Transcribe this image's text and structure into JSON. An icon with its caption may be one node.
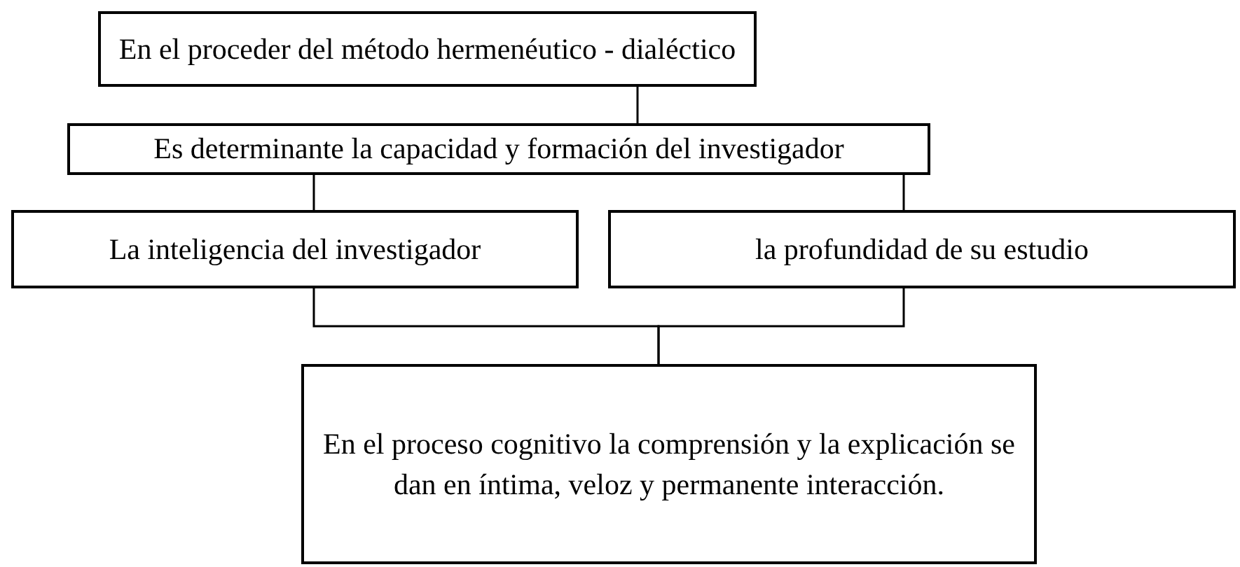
{
  "diagram": {
    "nodes": [
      {
        "text": [
          "En el proceder del método hermenéutico - dialéctico"
        ]
      },
      {
        "text": [
          "Es determinante  la capacidad y formación del investigador"
        ]
      },
      {
        "text": [
          "La inteligencia del investigador"
        ]
      },
      {
        "text": [
          "la profundidad de su estudio"
        ]
      },
      {
        "text": [
          "En el proceso cognitivo la comprensión y la explicación se dan en íntima, veloz y permanente interacción."
        ]
      }
    ],
    "edges": [
      {
        "from": 0,
        "to": 1,
        "arrow": "none"
      },
      {
        "from": 1,
        "to": 2,
        "arrow": "none"
      },
      {
        "from": 1,
        "to": 3,
        "arrow": "none"
      },
      {
        "from": 2,
        "to": 4,
        "arrow": "none"
      },
      {
        "from": 3,
        "to": 4,
        "arrow": "none"
      }
    ]
  }
}
